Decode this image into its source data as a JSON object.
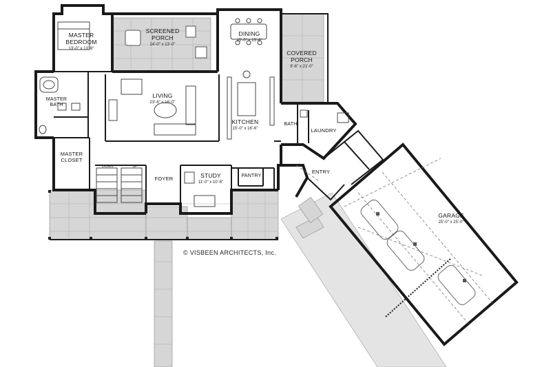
{
  "rooms": {
    "master_bedroom": {
      "name_line1": "MASTER",
      "name_line2": "BEDROOM",
      "dims": "13'-0\" x 13'-6\""
    },
    "screened_porch": {
      "name_line1": "SCREENED",
      "name_line2": "PORCH",
      "dims": "24'-0\" x 13'-0\""
    },
    "dining": {
      "name": "DINING",
      "dims": "15'-0\" x 13'-6\""
    },
    "covered_porch": {
      "name_line1": "COVERED",
      "name_line2": "PORCH",
      "dims": "9'-6\" x 21'-0\""
    },
    "master_bath": {
      "name_line1": "MASTER",
      "name_line2": "BATH"
    },
    "living": {
      "name": "LIVING",
      "dims": "23'-6\" x 16'-0\""
    },
    "kitchen": {
      "name": "KITCHEN",
      "dims": "15'-0\" x 16'-6\""
    },
    "bath": {
      "name": "BATH"
    },
    "laundry": {
      "name": "LAUNDRY"
    },
    "master_closet": {
      "name_line1": "MASTER",
      "name_line2": "CLOSET"
    },
    "foyer": {
      "name": "FOYER"
    },
    "study": {
      "name": "STUDY",
      "dims": "11'-0\" x 10'-6\""
    },
    "pantry": {
      "name": "PANTRY"
    },
    "entry": {
      "name": "ENTRY"
    },
    "garage": {
      "name": "GARAGE",
      "dims": "25'-0\" x 25'-0\""
    }
  },
  "stair_labels": {
    "down": "DOWN",
    "up": "UP"
  },
  "credit": "© VISBEEN ARCHITECTS, Inc."
}
